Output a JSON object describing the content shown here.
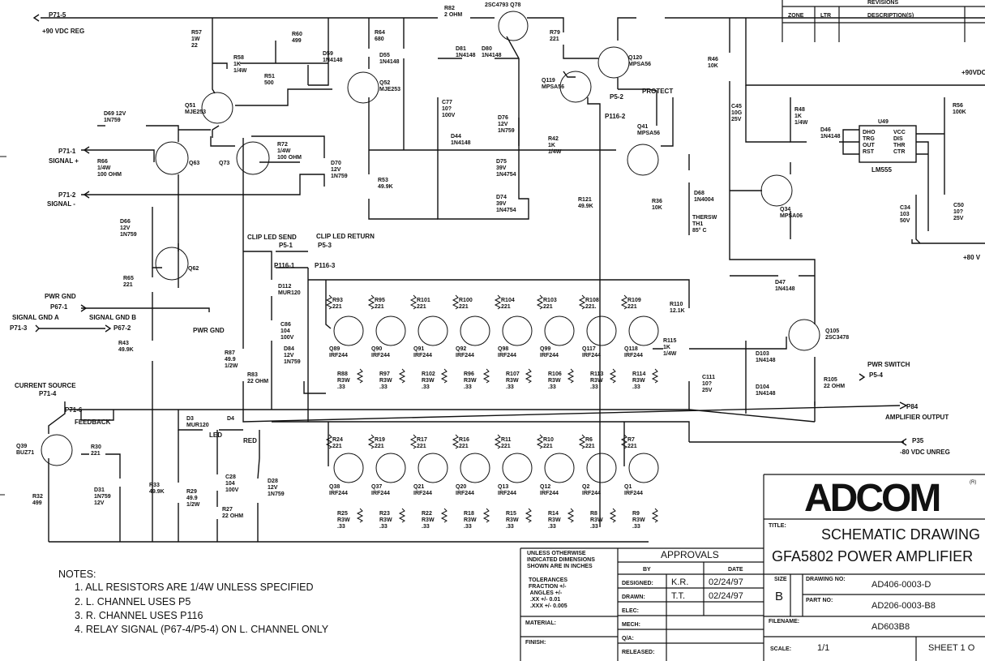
{
  "revisions": {
    "header": "REVISIONS",
    "col_zone": "ZONE",
    "col_ltr": "LTR",
    "col_desc": "DESCRIPTION(S)"
  },
  "components": [
    {
      "name": "r57",
      "label": "R57\n1W\n22"
    },
    {
      "name": "r58",
      "label": "R58\n1K\n1/4W"
    },
    {
      "name": "r60",
      "label": "R60\n499"
    },
    {
      "name": "r51",
      "label": "R51\n500"
    },
    {
      "name": "d59",
      "label": "D59\n1N4148"
    },
    {
      "name": "r64",
      "label": "R64\n680"
    },
    {
      "name": "d55",
      "label": "D55\n1N4148"
    },
    {
      "name": "q52",
      "label": "Q52\nMJE253"
    },
    {
      "name": "r82",
      "label": "R82\n2 OHM"
    },
    {
      "name": "q78",
      "label": "2SC4793    Q78"
    },
    {
      "name": "r79",
      "label": "R79\n221"
    },
    {
      "name": "d81",
      "label": "D81\n1N4148"
    },
    {
      "name": "d80",
      "label": "D80\n1N4148"
    },
    {
      "name": "q120",
      "label": "Q120\nMPSA56"
    },
    {
      "name": "q119",
      "label": "Q119\nMPSA56"
    },
    {
      "name": "c77",
      "label": "C77\n10? \n100V"
    },
    {
      "name": "q51",
      "label": "Q51\nMJE253"
    },
    {
      "name": "d69",
      "label": "D69  12V\n1N759"
    },
    {
      "name": "r66",
      "label": "R66\n1/4W\n100 OHM"
    },
    {
      "name": "q63",
      "label": "Q63"
    },
    {
      "name": "q73",
      "label": "Q73"
    },
    {
      "name": "r72",
      "label": "R72\n1/4W\n100 OHM"
    },
    {
      "name": "d70",
      "label": "D70\n12V\n1N759"
    },
    {
      "name": "r53",
      "label": "R53\n49.9K"
    },
    {
      "name": "d44",
      "label": "D44\n1N4148"
    },
    {
      "name": "d76",
      "label": "D76\n12V\n1N759"
    },
    {
      "name": "d75",
      "label": "D75\n39V\n1N4754"
    },
    {
      "name": "d74",
      "label": "D74\n39V\n1N4754"
    },
    {
      "name": "r42",
      "label": "R42\n1K\n1/4W"
    },
    {
      "name": "q41",
      "label": "Q41\nMPSA56"
    },
    {
      "name": "r121",
      "label": "R121\n49.9K"
    },
    {
      "name": "r36",
      "label": "R36\n10K"
    },
    {
      "name": "r46",
      "label": "R46\n10K"
    },
    {
      "name": "c45",
      "label": "C45\n10G\n25V"
    },
    {
      "name": "r48",
      "label": "R48\n1K\n1/4W"
    },
    {
      "name": "d46",
      "label": "D46\n1N4148"
    },
    {
      "name": "u49",
      "label": "U49"
    },
    {
      "name": "r56",
      "label": "R56\n100K"
    },
    {
      "name": "d68",
      "label": "D68\n1N4004"
    },
    {
      "name": "thersw",
      "label": "THERSW\nTH1\n85° C"
    },
    {
      "name": "q34",
      "label": "Q34\nMPSA06"
    },
    {
      "name": "c34",
      "label": "C34\n103\n50V"
    },
    {
      "name": "c50",
      "label": "C50\n10?\n25V"
    },
    {
      "name": "d66",
      "label": "D66\n12V\n1N759"
    },
    {
      "name": "q62",
      "label": "Q62"
    },
    {
      "name": "r65",
      "label": "R65\n221"
    },
    {
      "name": "d112",
      "label": "D112\nMUR120"
    },
    {
      "name": "c86",
      "label": "C86\n104\n100V"
    },
    {
      "name": "d84",
      "label": "D84\n12V\n1N759"
    },
    {
      "name": "r87",
      "label": "R87\n49.9\n1/2W"
    },
    {
      "name": "r83",
      "label": "R83\n22 OHM"
    },
    {
      "name": "r43",
      "label": "R43\n49.9K"
    },
    {
      "name": "d47",
      "label": "D47\n1N4148"
    },
    {
      "name": "q105",
      "label": "Q105\n2SC3478"
    },
    {
      "name": "r110",
      "label": "R110\n12.1K"
    },
    {
      "name": "r115",
      "label": "R115\n1K\n1/4W"
    },
    {
      "name": "c111",
      "label": "C111\n10?\n25V"
    },
    {
      "name": "d103",
      "label": "D103\n1N4148"
    },
    {
      "name": "d104",
      "label": "D104\n1N4148"
    },
    {
      "name": "r105",
      "label": "R105\n22 OHM"
    },
    {
      "name": "q39",
      "label": "Q39\nBUZ71"
    },
    {
      "name": "r30",
      "label": "R30\n221"
    },
    {
      "name": "r32",
      "label": "R32\n499"
    },
    {
      "name": "d31",
      "label": "D31\n1N759\n12V"
    },
    {
      "name": "r33",
      "label": "R33\n49.9K"
    },
    {
      "name": "r29",
      "label": "R29\n49.9\n1/2W"
    },
    {
      "name": "d3",
      "label": "D3\nMUR120"
    },
    {
      "name": "d4",
      "label": "D4"
    },
    {
      "name": "c28",
      "label": "C28\n104\n100V"
    },
    {
      "name": "r27",
      "label": "R27\n22 OHM"
    },
    {
      "name": "d28",
      "label": "D28\n12V\n1N759"
    }
  ],
  "top_row": {
    "gate_resistors": [
      "R93\n221",
      "R95\n221",
      "R101\n221",
      "R100\n221",
      "R104\n221",
      "R103\n221",
      "R108\n221.",
      "R109\n221"
    ],
    "fets": [
      "Q89\nIRF244",
      "Q90\nIRF244",
      "Q91\nIRF244",
      "Q92\nIRF244",
      "Q98\nIRF244",
      "Q99\nIRF244",
      "Q117\nIRF244",
      "Q118\nIRF244"
    ],
    "source_resistors": [
      "R88\nR3W\n.33",
      "R97\nR3W\n.33",
      "R102\nR3W\n.33",
      "R96\nR3W\n.33",
      "R107\nR3W\n.33",
      "R106\nR3W\n.33",
      "R113\nR3W\n.33",
      "R114\nR3W\n.33"
    ]
  },
  "bottom_row": {
    "gate_resistors": [
      "R24\n221",
      "R19\n221",
      "R17\n221",
      "R16\n221",
      "R11\n221",
      "R10\n221",
      "R6\n221",
      "R7\n221"
    ],
    "fets": [
      "Q38\nIRF244",
      "Q37\nIRF244",
      "Q21\nIRF244",
      "Q20\nIRF244",
      "Q13\nIRF244",
      "Q12\nIRF244",
      "Q2\nIRF244",
      "Q1\nIRF244"
    ],
    "source_resistors": [
      "R25\nR3W\n.33",
      "R23\nR3W\n.33",
      "R22\nR3W\n.33",
      "R18\nR3W\n.33",
      "R15\nR3W\n.33",
      "R14\nR3W\n.33",
      "R8\nR3W\n.33",
      "R9\nR3W\n.33"
    ]
  },
  "connectors": {
    "p71_5": "P71-5",
    "v90_reg": "+90 VDC REG",
    "p71_1": "P71-1",
    "signal_plus": "SIGNAL +",
    "p71_2": "P71-2",
    "signal_minus": "SIGNAL -",
    "pwr_gnd": "PWR GND",
    "p67_1": "P67-1",
    "signal_gnd_a": "SIGNAL GND A",
    "p71_3": "P71-3",
    "signal_gnd_b": "SIGNAL GND B",
    "p67_2": "P67-2",
    "pwr_gnd2": "PWR GND",
    "current_source": "CURRENT SOURCE",
    "p71_4": "P71-4",
    "p71_6": "P71-6",
    "feedback": "FEEDBACK",
    "clip_led_send": "CLIP LED SEND",
    "clip_led_return": "CLIP LED RETURN",
    "p5_1": "P5-1",
    "p5_3": "P5-3",
    "p116_1": "P116-1",
    "p116_3": "P116-3",
    "led": "LED",
    "red": "RED",
    "p5_2": "P5-2",
    "protect": "PROTECT",
    "p116_2": "P116-2",
    "v90_right": "+90VDC",
    "v80_right": "+80 V",
    "pwr_switch": "PWR SWITCH",
    "p5_4": "P5-4",
    "p84": "P84",
    "amp_output": "AMPLIFIER OUTPUT",
    "p35": "P35",
    "v80_unreg": "-80 VDC UNREG",
    "lm555": "LM555",
    "u49_pins_left": "DHO\nTRG\nOUT\nRST",
    "u49_pins_right": "VCC\nDIS\nTHR\nCTR"
  },
  "notes": {
    "title": "NOTES:",
    "items": [
      "1.  ALL RESISTORS ARE 1/4W UNLESS SPECIFIED",
      "2.  L. CHANNEL USES P5",
      "3.  R. CHANNEL USES P116",
      "4.  RELAY SIGNAL (P67-4/P5-4) ON L. CHANNEL ONLY"
    ]
  },
  "title_block": {
    "unless": "UNLESS OTHERWISE\nINDICATED DIMENSIONS\nSHOWN ARE IN INCHES",
    "tolerances": "TOLERANCES\nFRACTION +/-\n  ANGLES +/-\n    .XX +/-  0.01\n   .XXX +/-  0.005",
    "material": "MATERIAL:",
    "finish": "FINISH:",
    "approvals": "APPROVALS",
    "col_by": "BY",
    "col_date": "DATE",
    "rows": [
      {
        "role": "DESIGNED:",
        "by": "K.R.",
        "date": "02/24/97"
      },
      {
        "role": "DRAWN:",
        "by": "T.T.",
        "date": "02/24/97"
      },
      {
        "role": "ELEC:",
        "by": "",
        "date": ""
      },
      {
        "role": "MECH:",
        "by": "",
        "date": ""
      },
      {
        "role": "Q/A:",
        "by": "",
        "date": ""
      },
      {
        "role": "RELEASED:",
        "by": "",
        "date": ""
      }
    ],
    "logo": "ADCOM",
    "logo_mark": "(R)",
    "title_lbl": "TITLE:",
    "title_line1": "SCHEMATIC DRAWING",
    "title_line2": "GFA5802 POWER AMPLIFIER",
    "size_lbl": "SIZE",
    "size": "B",
    "drawing_no_lbl": "DRAWING NO:",
    "drawing_no": "AD406-0003-D",
    "part_no_lbl": "PART NO:",
    "part_no": "AD206-0003-B8",
    "filename_lbl": "FILENAME:",
    "filename": "AD603B8",
    "scale_lbl": "SCALE:",
    "scale": "1/1",
    "sheet": "SHEET  1 O"
  }
}
